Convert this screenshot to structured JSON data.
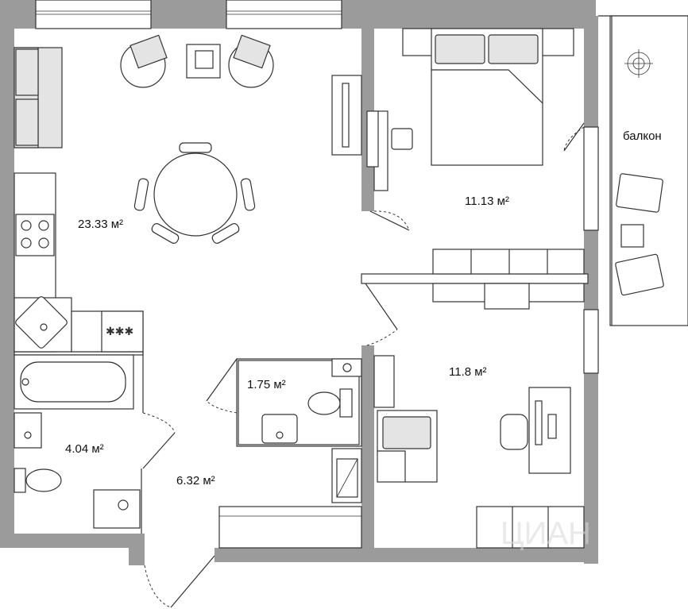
{
  "rooms": [
    {
      "name": "living-kitchen",
      "area": "23.33 м²"
    },
    {
      "name": "bedroom",
      "area": "11.13 м²"
    },
    {
      "name": "room",
      "area": "11.8 м²"
    },
    {
      "name": "toilet",
      "area": "1.75 м²"
    },
    {
      "name": "bathroom",
      "area": "4.04 м²"
    },
    {
      "name": "hallway",
      "area": "6.32 м²"
    }
  ],
  "balcony_label": "балкон",
  "watermark": "ЦИАН"
}
